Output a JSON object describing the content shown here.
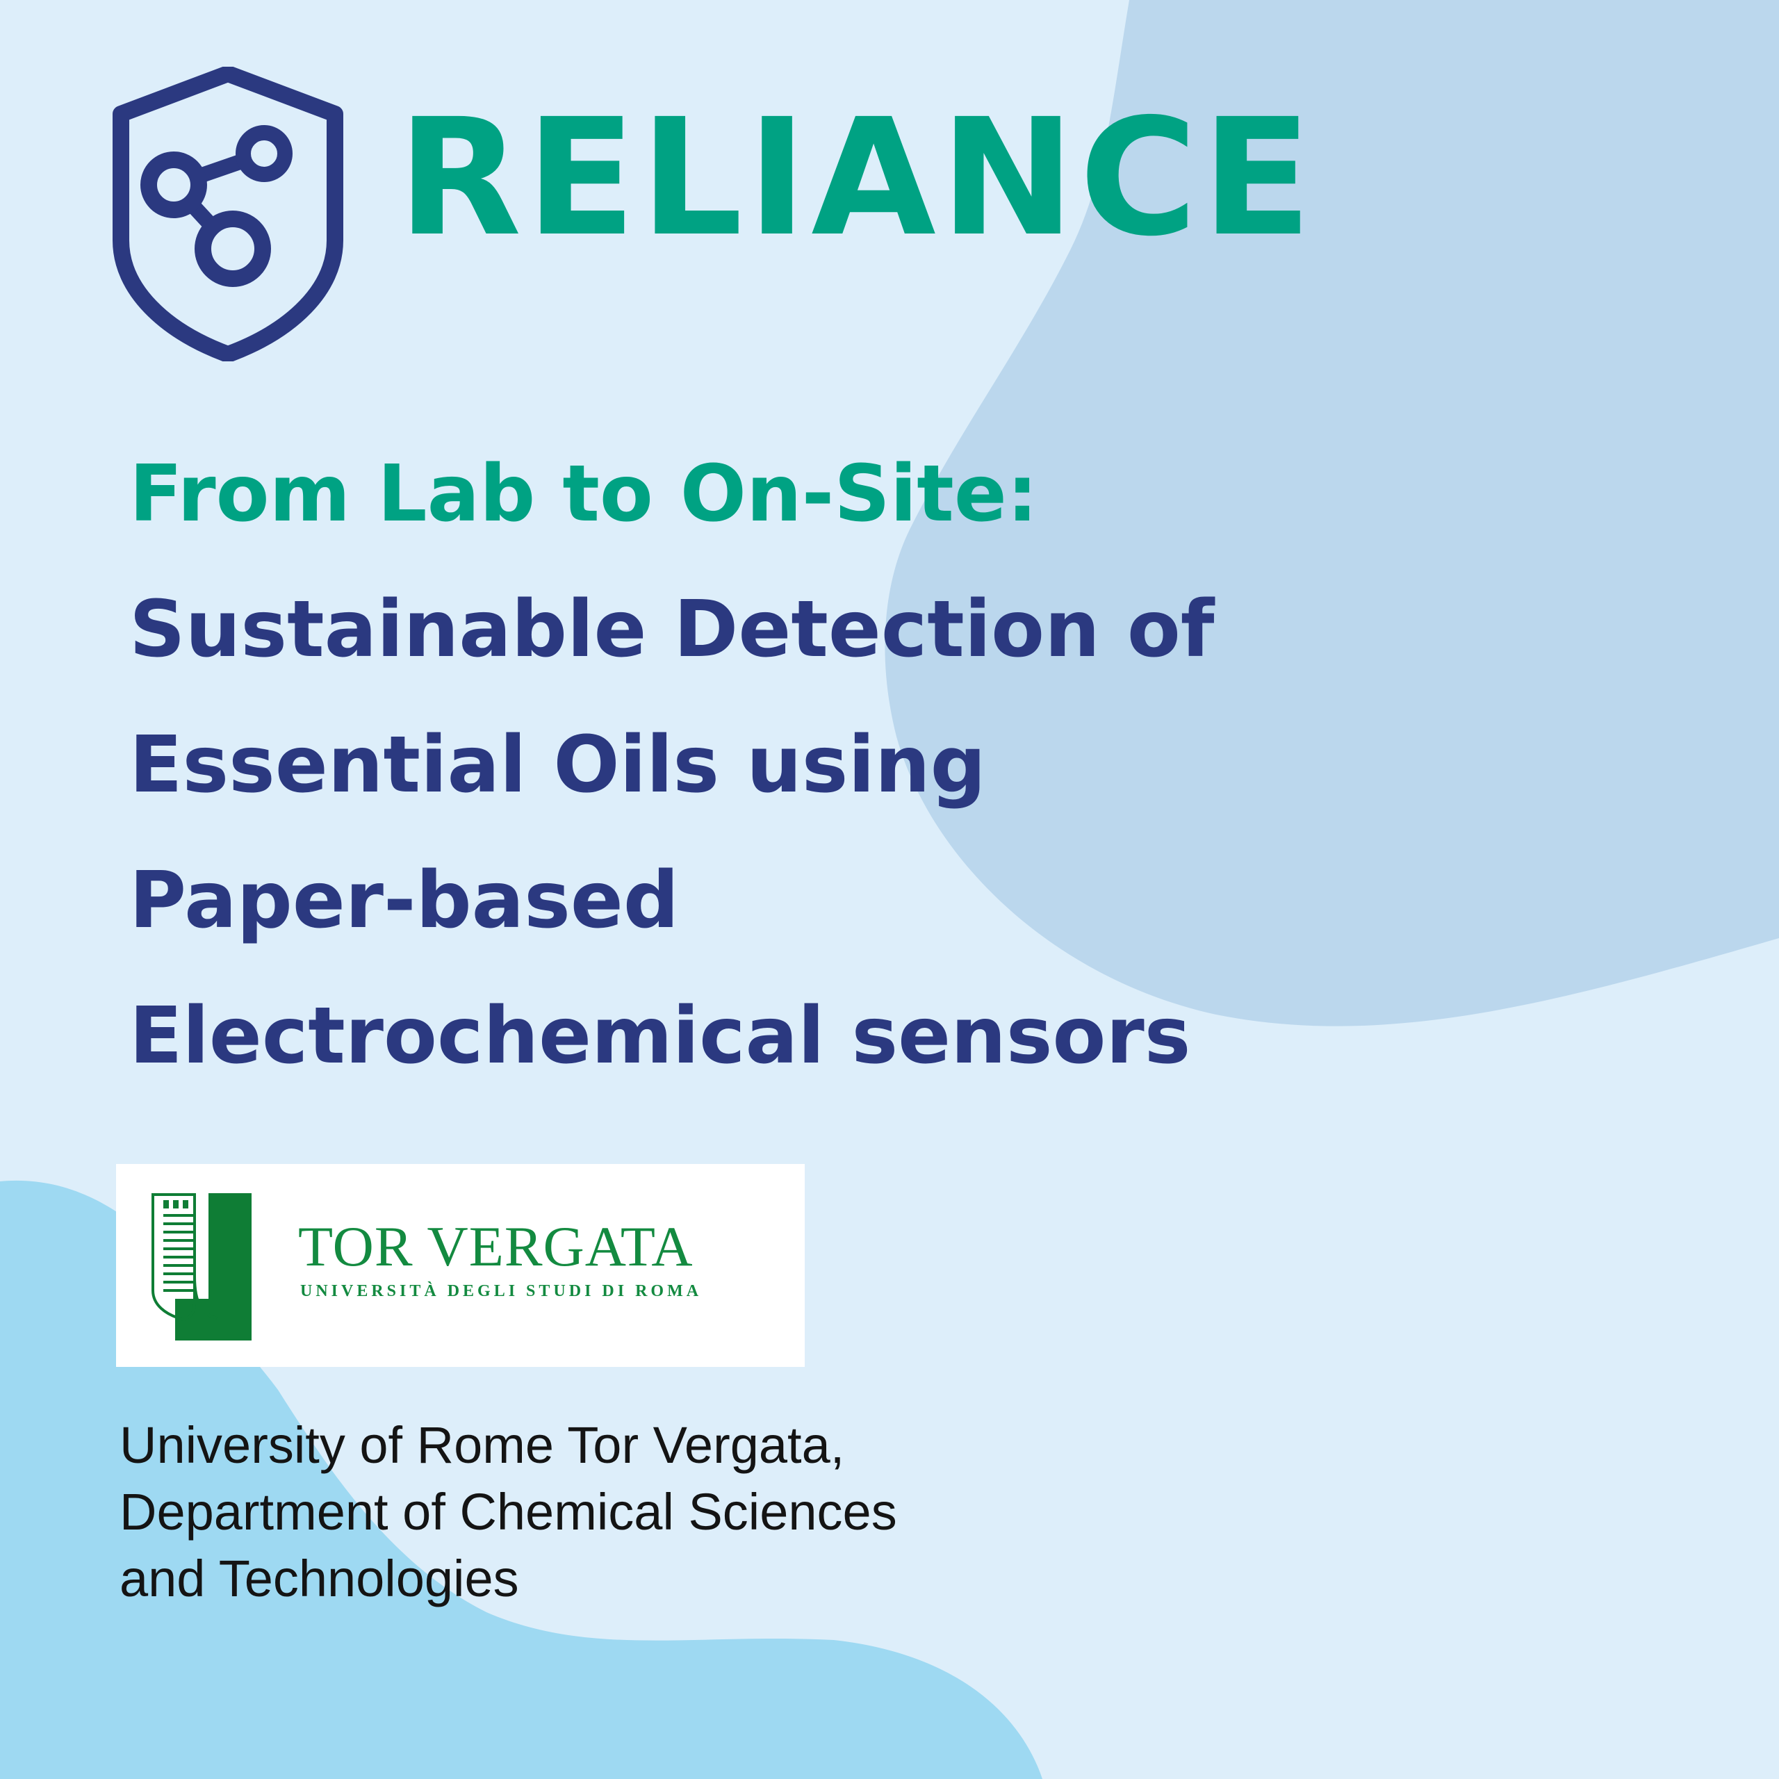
{
  "colors": {
    "background": "#ddeefa",
    "blob_top_right": "#bbd7ed",
    "blob_bottom_left": "#9ed9f2",
    "brand_green": "#00a283",
    "navy": "#2b3980",
    "tor_vergata_green": "#138a40"
  },
  "logo": {
    "icon": "shield-molecule-icon",
    "brand_name": "RELIANCE"
  },
  "headline": {
    "lines": [
      "From Lab to On-Site:",
      "Sustainable Detection of",
      "Essential Oils using",
      "Paper-based",
      "Electrochemical sensors"
    ]
  },
  "partner_logo": {
    "icon": "tor-vergata-emblem-icon",
    "name": "TOR VERGATA",
    "subtitle": "UNIVERSITÀ DEGLI STUDI DI ROMA"
  },
  "affiliation": {
    "lines": [
      "University of Rome Tor Vergata,",
      "Department of Chemical Sciences",
      "and Technologies"
    ]
  }
}
